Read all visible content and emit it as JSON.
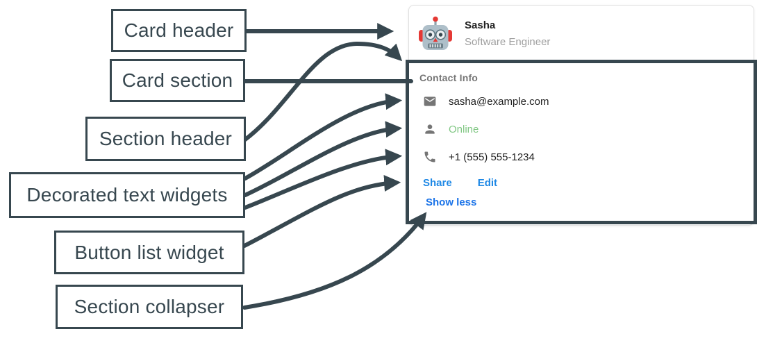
{
  "annotations": {
    "labels": [
      "Card header",
      "Card section",
      "Section header",
      "Decorated text widgets",
      "Button list widget",
      "Section collapser"
    ]
  },
  "card": {
    "header": {
      "avatar_icon": "robot-avatar",
      "name": "Sasha",
      "subtitle": "Software Engineer"
    },
    "section": {
      "title": "Contact Info",
      "rows": [
        {
          "icon": "email-icon",
          "text": "sasha@example.com"
        },
        {
          "icon": "person-icon",
          "text": "Online",
          "status_color": "#81c784"
        },
        {
          "icon": "phone-icon",
          "text": "+1 (555) 555-1234"
        }
      ],
      "buttons": [
        {
          "label": "Share"
        },
        {
          "label": "Edit"
        }
      ],
      "collapser_label": "Show less"
    }
  },
  "colors": {
    "annotation_slate": "#37474f",
    "link_blue": "#1e88e5",
    "collapser_blue": "#1a73e8",
    "online_green": "#81c784",
    "section_title_gray": "#757575",
    "subtitle_gray": "#9e9e9e",
    "text_dark": "#212121",
    "card_border": "#e0e0e0"
  }
}
